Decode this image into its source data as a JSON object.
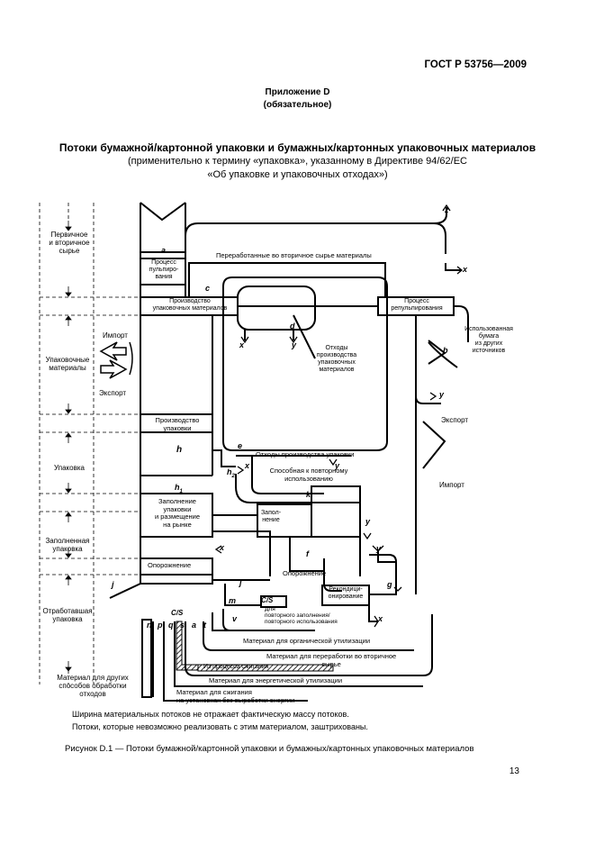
{
  "header": {
    "doc_id": "ГОСТ Р 53756—2009"
  },
  "appendix": {
    "line1": "Приложение D",
    "line2": "(обязательное)"
  },
  "title": {
    "main": "Потоки бумажной/картонной упаковки и бумажных/картонных упаковочных материалов",
    "sub1": "(применительно к термину «упаковка», указанному в Директиве 94/62/ЕС",
    "sub2": "«Об упаковке и упаковочных отходах»)"
  },
  "diagram": {
    "left_labels": {
      "primary_1": "Первичное",
      "primary_2": "и вторичное",
      "primary_3": "сырье",
      "pack_mat_1": "Упаковочные",
      "pack_mat_2": "материалы",
      "packaging": "Упаковка",
      "filled_1": "Заполненная",
      "filled_2": "упаковка",
      "used_1": "Отработавшая",
      "used_2": "упаковка",
      "other_1": "Материал для других",
      "other_2": "способов обработки",
      "other_3": "отходов"
    },
    "import_left": "Импорт",
    "export_left": "Экспорт",
    "import_right": "Импорт",
    "export_right": "Экспорт",
    "pulping_1": "Процесс",
    "pulping_2": "пульпиро-",
    "pulping_3": "вания",
    "prod_pack_mat_1": "Производство",
    "prod_pack_mat_2": "упаковочных материалов",
    "prod_pack_1": "Производство",
    "prod_pack_2": "упаковки",
    "filling_1": "Заполнение",
    "filling_2": "упаковки",
    "filling_3": "и размещение",
    "filling_4": "на рынке",
    "emptying": "Опорожнение",
    "emptying2": "Опорожнение",
    "recycled_raw": "Переработанные во вторичное сырье материалы",
    "repulping_1": "Процесс",
    "repulping_2": "репульпирования",
    "used_paper_1": "Использованная",
    "used_paper_2": "бумага",
    "used_paper_3": "из других",
    "used_paper_4": "источников",
    "waste_mat_1": "Отходы",
    "waste_mat_2": "производства",
    "waste_mat_3": "упаковочных",
    "waste_mat_4": "материалов",
    "waste_prod": "Отходы производства упаковки",
    "reusable_1": "Способная к повторному",
    "reusable_2": "использованию",
    "refill_1": "Запол-",
    "refill_2": "нение",
    "recond_1": "Рекондици-",
    "recond_2": "онирование",
    "reuse_1": "Для",
    "reuse_2": "повторного заполнения/",
    "reuse_3": "повторного использования",
    "organic": "Материал для органической утилизации",
    "recycling_1": "Материал для переработки во вторичное",
    "recycling_2": "сырье",
    "from_collection": "Из процесса сжигания",
    "energy": "Материал для энергетической утилизации",
    "incin_1": "Материал для сжигания",
    "incin_2": "на установках без выработки энергии",
    "letters": {
      "a": "a",
      "b": "b",
      "c": "c",
      "d": "d",
      "e": "e",
      "f": "f",
      "g": "g",
      "h": "h",
      "h1": "h",
      "h1_sub": "1",
      "h2": "h",
      "h2_sub": "2",
      "j": "j",
      "j2": "j",
      "k": "k",
      "m": "m",
      "n": "n",
      "p": "p",
      "q": "q",
      "s": "s",
      "t": "t",
      "v": "v",
      "x": "x",
      "y": "y",
      "z": "z",
      "cs": "C/S",
      "cs2": "C/S"
    }
  },
  "notes": {
    "line1": "Ширина материальных потоков не отражает фактическую массу потоков.",
    "line2": "Потоки, которые невозможно реализовать с этим материалом, заштрихованы."
  },
  "caption": "Рисунок  D.1 — Потоки бумажной/картонной упаковки и бумажных/картонных упаковочных материалов",
  "page_number": "13"
}
